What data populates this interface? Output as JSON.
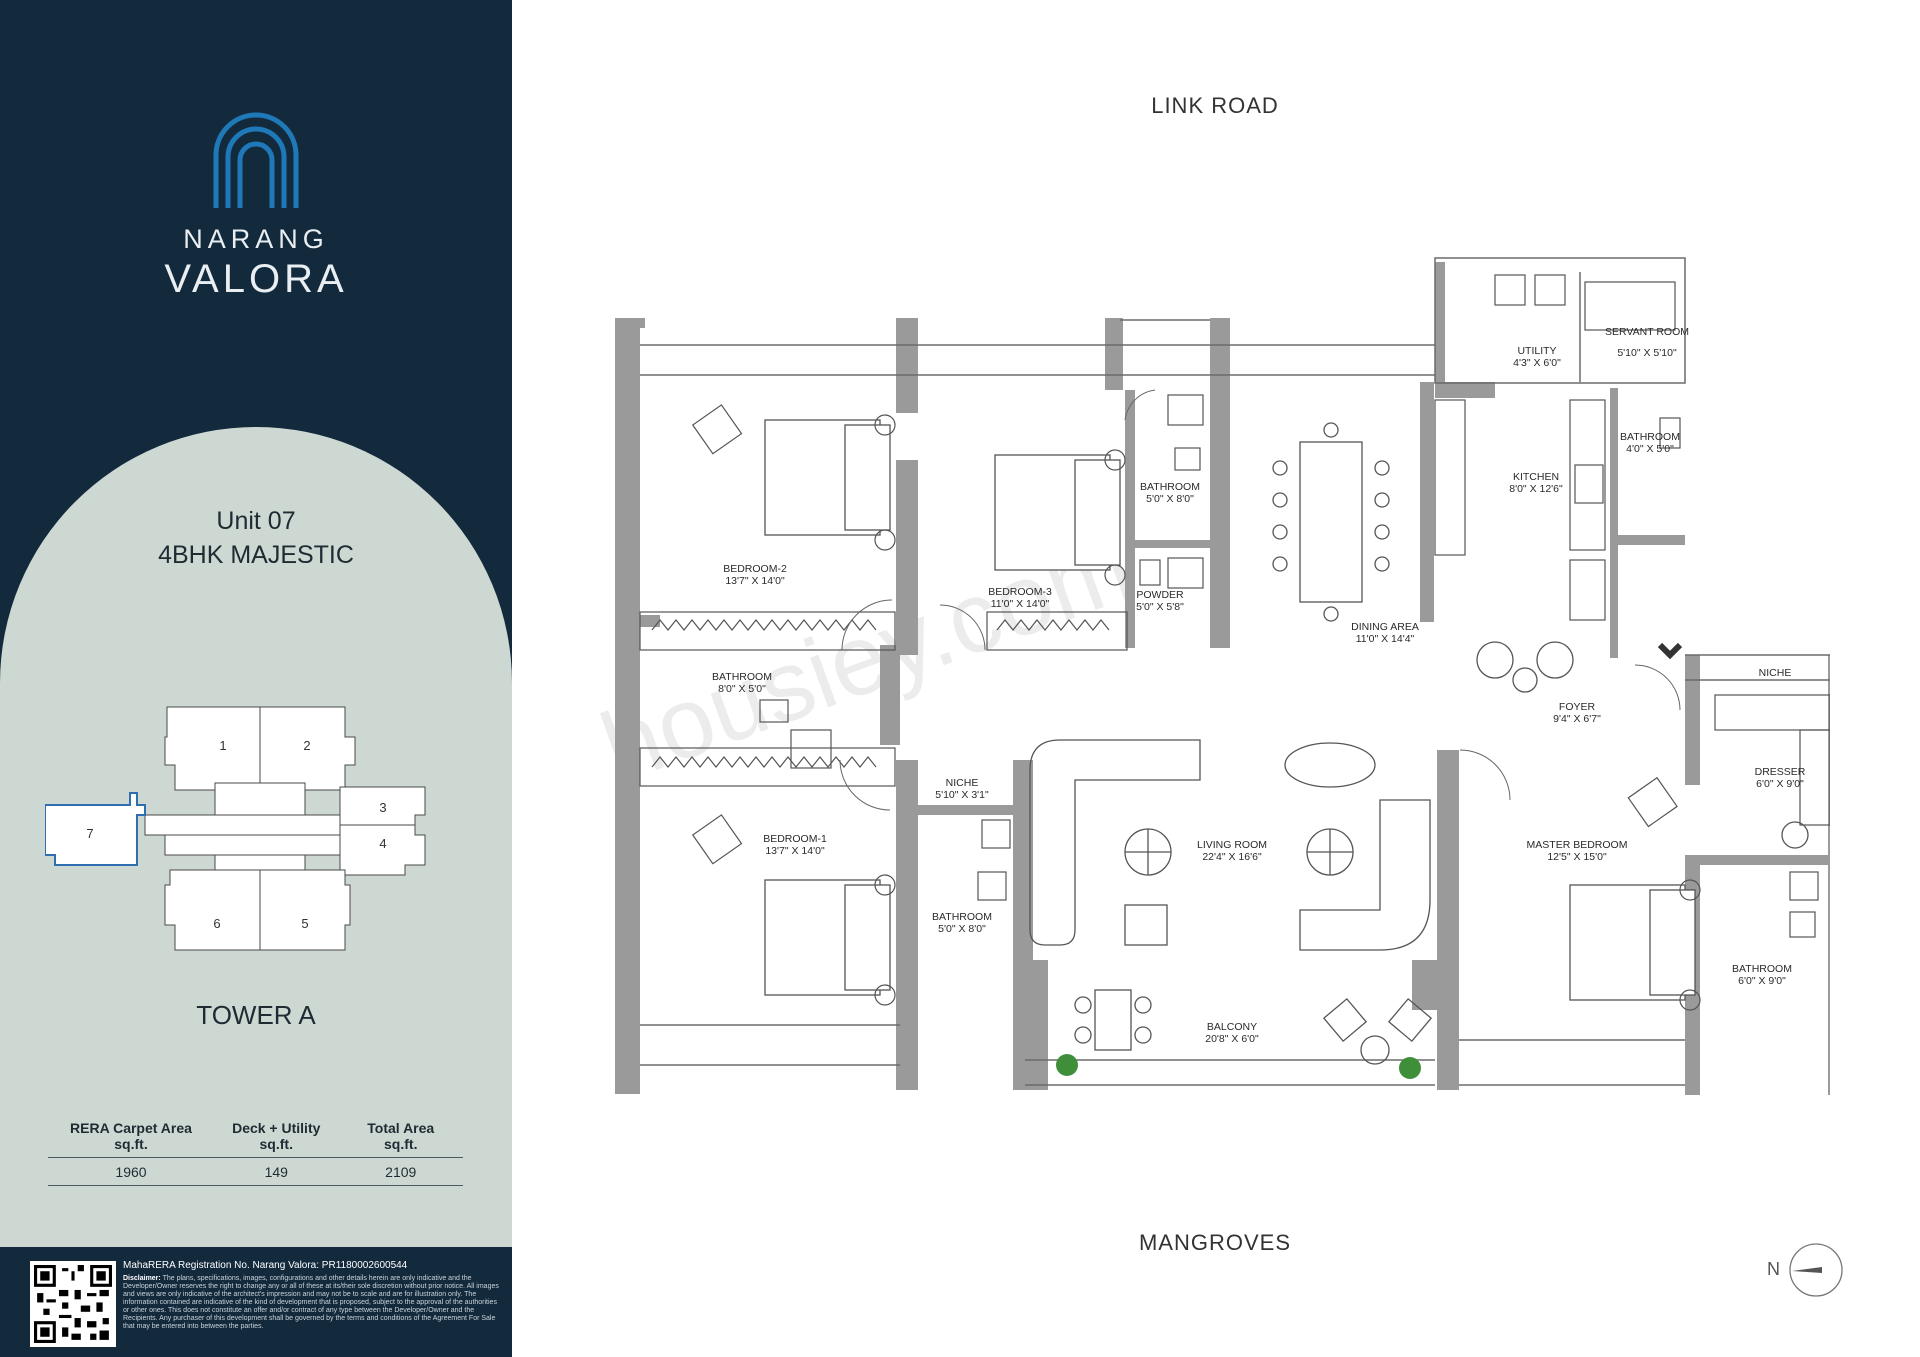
{
  "brand": {
    "line1": "NARANG",
    "line2": "VALORA"
  },
  "unit": {
    "title": "Unit 07",
    "type": "4BHK MAJESTIC"
  },
  "keyplan": {
    "towers": [
      "1",
      "2",
      "3",
      "4",
      "5",
      "6",
      "7"
    ],
    "highlighted": "7",
    "highlight_color": "#2f6fb0"
  },
  "tower": "TOWER A",
  "area_table": {
    "headers": [
      "RERA Carpet Area\nsq.ft.",
      "Deck + Utility\nsq.ft.",
      "Total Area\nsq.ft."
    ],
    "header_lines": [
      [
        "RERA Carpet Area",
        "sq.ft."
      ],
      [
        "Deck + Utility",
        "sq.ft."
      ],
      [
        "Total Area",
        "sq.ft."
      ]
    ],
    "values": [
      "1960",
      "149",
      "2109"
    ]
  },
  "footer": {
    "registration": "MahaRERA Registration No. Narang Valora: PR1180002600544",
    "disclaimer_label": "Disclaimer:",
    "disclaimer": "The plans, specifications, images, configurations and other details herein are only indicative and the Developer/Owner reserves the right to change any or all of these at its/their sole discretion without prior notice. All images and views are only indicative of the architect's impression and may not be to scale and are for illustration only. The information contained are indicative of the kind of development that is proposed, subject to the approval of the authorities or other ones. This does not constitute an offer and/or contract of any type between the Developer/Owner and the Recipients. Any purchaser of this development shall be governed by the terms and conditions of the Agreement For Sale that may be entered into between the parties."
  },
  "roads": {
    "top": "LINK ROAD",
    "bottom": "MANGROVES"
  },
  "compass": {
    "label": "N"
  },
  "watermark": "housiey.com",
  "rooms": [
    {
      "name": "BEDROOM-2",
      "size": "13'7\" X 14'0\""
    },
    {
      "name": "BEDROOM-3",
      "size": "11'0\" X 14'0\""
    },
    {
      "name": "BATHROOM",
      "size": "5'0\" X 8'0\""
    },
    {
      "name": "POWDER",
      "size": "5'0\" X 5'8\""
    },
    {
      "name": "DINING AREA",
      "size": "11'0\" X 14'4\""
    },
    {
      "name": "KITCHEN",
      "size": "8'0\" X 12'6\""
    },
    {
      "name": "UTILITY",
      "size": "4'3\" X 6'0\""
    },
    {
      "name": "SERVANT ROOM",
      "size": "5'10\" X 5'10\""
    },
    {
      "name": "BATHROOM",
      "size": "4'0\" X 5'0\""
    },
    {
      "name": "BATHROOM",
      "size": "8'0\" X 5'0\""
    },
    {
      "name": "FOYER",
      "size": "9'4\" X 6'7\""
    },
    {
      "name": "NICHE",
      "size": ""
    },
    {
      "name": "NICHE",
      "size": "5'10\" X 3'1\""
    },
    {
      "name": "DRESSER",
      "size": "6'0\" X 9'0\""
    },
    {
      "name": "BEDROOM-1",
      "size": "13'7\" X 14'0\""
    },
    {
      "name": "LIVING ROOM",
      "size": "22'4\" X 16'6\""
    },
    {
      "name": "MASTER BEDROOM",
      "size": "12'5\" X 15'0\""
    },
    {
      "name": "BATHROOM",
      "size": "5'0\" X 8'0\""
    },
    {
      "name": "BATHROOM",
      "size": "6'0\" X 9'0\""
    },
    {
      "name": "BALCONY",
      "size": "20'8\" X 6'0\""
    }
  ],
  "colors": {
    "panel": "#132a3d",
    "arch": "#cdd8d3",
    "wall": "#9a9a9a",
    "logo_blue": "#1f78b8"
  }
}
